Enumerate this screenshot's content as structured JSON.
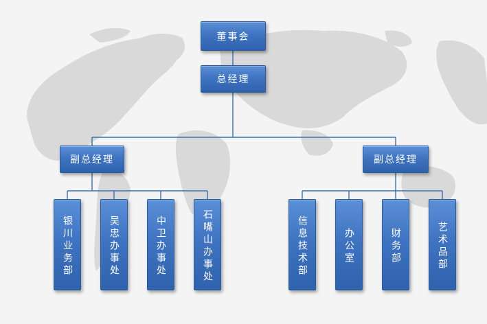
{
  "org": {
    "board": "董事会",
    "ceo": "总经理",
    "vp_left": "副总经理",
    "vp_right": "副总经理",
    "left_units": [
      "银川业务部",
      "吴忠办事处",
      "中卫办事处",
      "石嘴山办事处"
    ],
    "right_units": [
      "信息技术部",
      "办公室",
      "财务部",
      "艺术品部"
    ]
  },
  "colors": {
    "box_top": "#5b8fd6",
    "box_bottom": "#2f62ad",
    "connector": "#3a6fb0",
    "map": "#d9d9d9",
    "background": "#f4f4f4"
  }
}
